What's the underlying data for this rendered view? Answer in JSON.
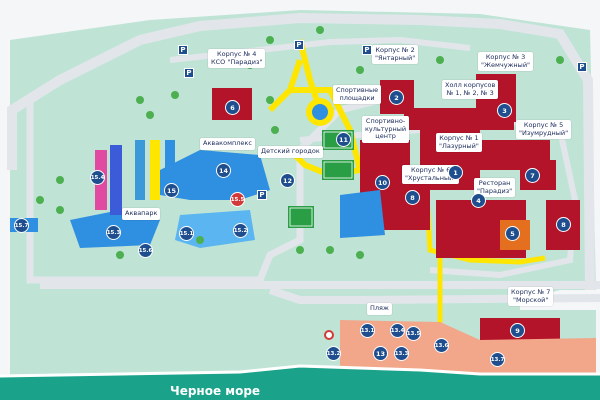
{
  "labels": {
    "korpus4": "Корпус № 4\nКСО \"Парадиз\"",
    "korpus2": "Корпус № 2\n\"Янтарный\"",
    "korpus3": "Корпус № 3\n\"Жемчужный\"",
    "holl": "Холл корпусов\n№ 1, № 2, № 3",
    "sport": "Спортивные\nплощадки",
    "korpus5": "Корпус № 5\n\"Изумрудный\"",
    "korpus1": "Корпус № 1\n\"Лазурный\"",
    "sportcult": "Спортивно-\nкультурный\nцентр",
    "aquacomplex": "Аквакомплекс",
    "kids": "Детский городок",
    "korpus6": "Корпус № 6\n\"Хрустальный\"",
    "restaurant": "Ресторан\n\"Парадиз\"",
    "aquapark": "Аквапарк",
    "korpus7": "Корпус № 7\n\"Морской\"",
    "beach": "Пляж",
    "sea": "Черное море"
  },
  "markers": {
    "m6": "6",
    "m2": "2",
    "m3": "3",
    "m11": "11",
    "m10": "10",
    "m1": "1",
    "m7": "7",
    "m14": "14",
    "m12": "12",
    "m8": "8",
    "m4": "4",
    "m5": "5",
    "m9": "9",
    "m154": "15.4",
    "m15": "15",
    "m153": "15.3",
    "m157": "15.7",
    "m155": "15.5",
    "m151": "15.1",
    "m152": "15.2",
    "m156": "15.6",
    "m131": "13.1",
    "m134": "13.4",
    "m135": "13.5",
    "m132": "13.2",
    "m13": "13",
    "m133": "13.3",
    "m136": "13.6",
    "m137": "13.7"
  },
  "parking": "P",
  "colors": {
    "land": "#bfe4d6",
    "road": "#e2e6ea",
    "building": "#b3142a",
    "water": "#2f8fe0",
    "yellow": "#ffe600",
    "marker": "#1f4e8f",
    "sea": "#1aa38a",
    "sand": "#f2a68a"
  }
}
